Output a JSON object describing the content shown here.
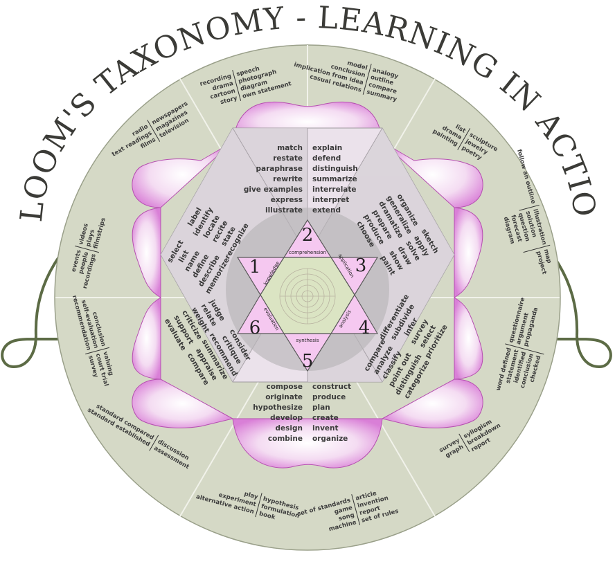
{
  "title": "BLOOM'S TAXONOMY - LEARNING IN ACTION",
  "levels": [
    {
      "number": "1",
      "name": "knowledge"
    },
    {
      "number": "2",
      "name": "comprehension"
    },
    {
      "number": "3",
      "name": "application"
    },
    {
      "number": "4",
      "name": "analysis"
    },
    {
      "number": "5",
      "name": "synthesis"
    },
    {
      "number": "6",
      "name": "evaluation"
    }
  ],
  "verbs": {
    "comprehension": {
      "left": [
        "match",
        "restate",
        "paraphrase",
        "rewrite",
        "give examples",
        "express",
        "illustrate"
      ],
      "right": [
        "explain",
        "defend",
        "distinguish",
        "summarize",
        "interrelate",
        "interpret",
        "extend"
      ]
    },
    "synthesis": {
      "left": [
        "compose",
        "originate",
        "hypothesize",
        "develop",
        "design",
        "combine"
      ],
      "right": [
        "construct",
        "produce",
        "plan",
        "create",
        "invent",
        "organize"
      ]
    },
    "knowledge": {
      "a": [
        "label",
        "identify",
        "locate",
        "recite",
        "state",
        "recognize"
      ],
      "b": [
        "select",
        "list",
        "name",
        "define",
        "describe",
        "memorize"
      ]
    },
    "application": {
      "a": [
        "organize",
        "generalize",
        "dramatize",
        "prepare",
        "produce",
        "choose"
      ],
      "b": [
        "sketch",
        "apply",
        "solve",
        "draw",
        "show",
        "paint"
      ]
    },
    "analysis": {
      "a": [
        "differentiate",
        "subdivide",
        "infer",
        "survey",
        "select",
        "prioritize"
      ],
      "b": [
        "compare",
        "analyze",
        "classify",
        "point out",
        "distinguish",
        "categorize"
      ]
    },
    "evaluation": {
      "a": [
        "judge",
        "relate",
        "weight",
        "criticize",
        "support",
        "evaluate"
      ],
      "b": [
        "consider",
        "critique",
        "recommend",
        "summarize",
        "appraise",
        "compare"
      ]
    }
  },
  "products": {
    "top_center_left": {
      "a": [
        "recording",
        "drama",
        "cartoon",
        "story"
      ],
      "b": [
        "speech",
        "photograph",
        "diagram",
        "own statement"
      ]
    },
    "top_center_right": {
      "a": [
        "model",
        "conclusion",
        "implication from idea",
        "casual relations"
      ],
      "b": [
        "analogy",
        "outline",
        "compare",
        "summary"
      ]
    },
    "top_left": {
      "a": [
        "radio",
        "text readings",
        "films"
      ],
      "b": [
        "newspapers",
        "magazines",
        "television"
      ]
    },
    "top_right": {
      "a": [
        "list",
        "drama",
        "painting"
      ],
      "b": [
        "sculpture",
        "jewelry",
        "poetry"
      ]
    },
    "left_upper": {
      "a": [
        "events",
        "people",
        "recordings"
      ],
      "b": [
        "videos",
        "plays",
        "filmstrips"
      ]
    },
    "right_upper": {
      "a": [
        "follow an outline"
      ],
      "b": [
        "illustration",
        "solution",
        "question",
        "forecast",
        "diagram"
      ],
      "c": [
        "map",
        "project"
      ]
    },
    "left_lower": {
      "a": [
        "conclusion",
        "self-evaluation",
        "recommendation"
      ],
      "b": [
        "valuing",
        "court trial",
        "survey"
      ]
    },
    "right_lower": {
      "a": [
        "word defined",
        "statement",
        "identified",
        "conclusion",
        "checked"
      ],
      "b": [
        "questionnaire",
        "argument",
        "propaganda"
      ]
    },
    "bottom_left": {
      "a": [
        "standard compared",
        "standard established"
      ],
      "b": [
        "discussion",
        "assessment"
      ]
    },
    "bottom_right": {
      "a": [
        "survey",
        "graph"
      ],
      "b": [
        "syllogism",
        "breakdown",
        "report"
      ]
    },
    "bottom_center_left": {
      "a": [
        "play",
        "experiment",
        "alternative action"
      ],
      "b": [
        "hypothesis",
        "formulation",
        "book"
      ]
    },
    "bottom_center_right": {
      "a": [
        "set of standards",
        "game",
        "song",
        "machine"
      ],
      "b": [
        "article",
        "invention",
        "report",
        "set of rules"
      ]
    }
  },
  "colors": {
    "outer_disk": "#d5d9c6",
    "petal": "#e3a6e1",
    "hexagon": "#ebe2eb",
    "wedge": "#d6d0d6",
    "core": "#b8b6b8",
    "center_hexagon": "#dbe4c3",
    "star_triangle": "#f5c8f0",
    "arc": "#5c6b45"
  }
}
